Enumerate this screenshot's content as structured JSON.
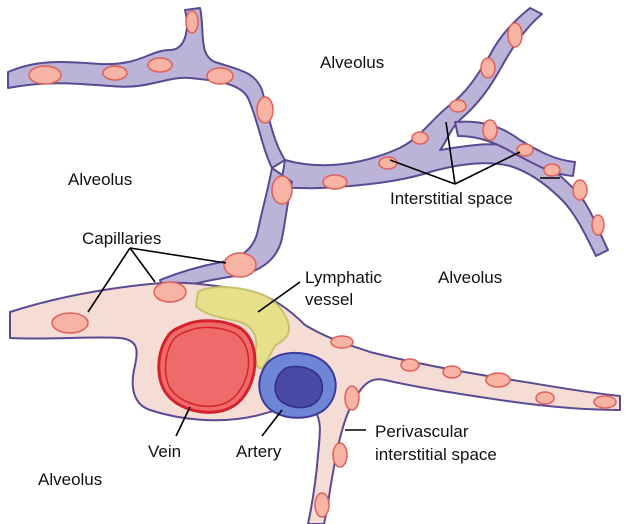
{
  "labels": {
    "alveolus_top": "Alveolus",
    "alveolus_left": "Alveolus",
    "alveolus_right": "Alveolus",
    "alveolus_bottom": "Alveolus",
    "interstitial_space": "Interstitial space",
    "capillaries": "Capillaries",
    "lymphatic_vessel_line1": "Lymphatic",
    "lymphatic_vessel_line2": "vessel",
    "vein": "Vein",
    "artery": "Artery",
    "perivascular_line1": "Perivascular",
    "perivascular_line2": "interstitial space"
  },
  "colors": {
    "background": "#ffffff",
    "septum_fill": "#bcb3d8",
    "septum_outline": "#5a4a93",
    "perivascular_fill": "#f5ddd5",
    "capillary_fill": "#f7b3a4",
    "capillary_outline": "#e0605a",
    "vein_fill": "#ef6b6b",
    "vein_outline": "#d4222a",
    "artery_outer": "#6f86d6",
    "artery_inner": "#4a4aa6",
    "lymphatic_fill": "#e6e08a",
    "lymphatic_outline": "#c9c26a"
  }
}
